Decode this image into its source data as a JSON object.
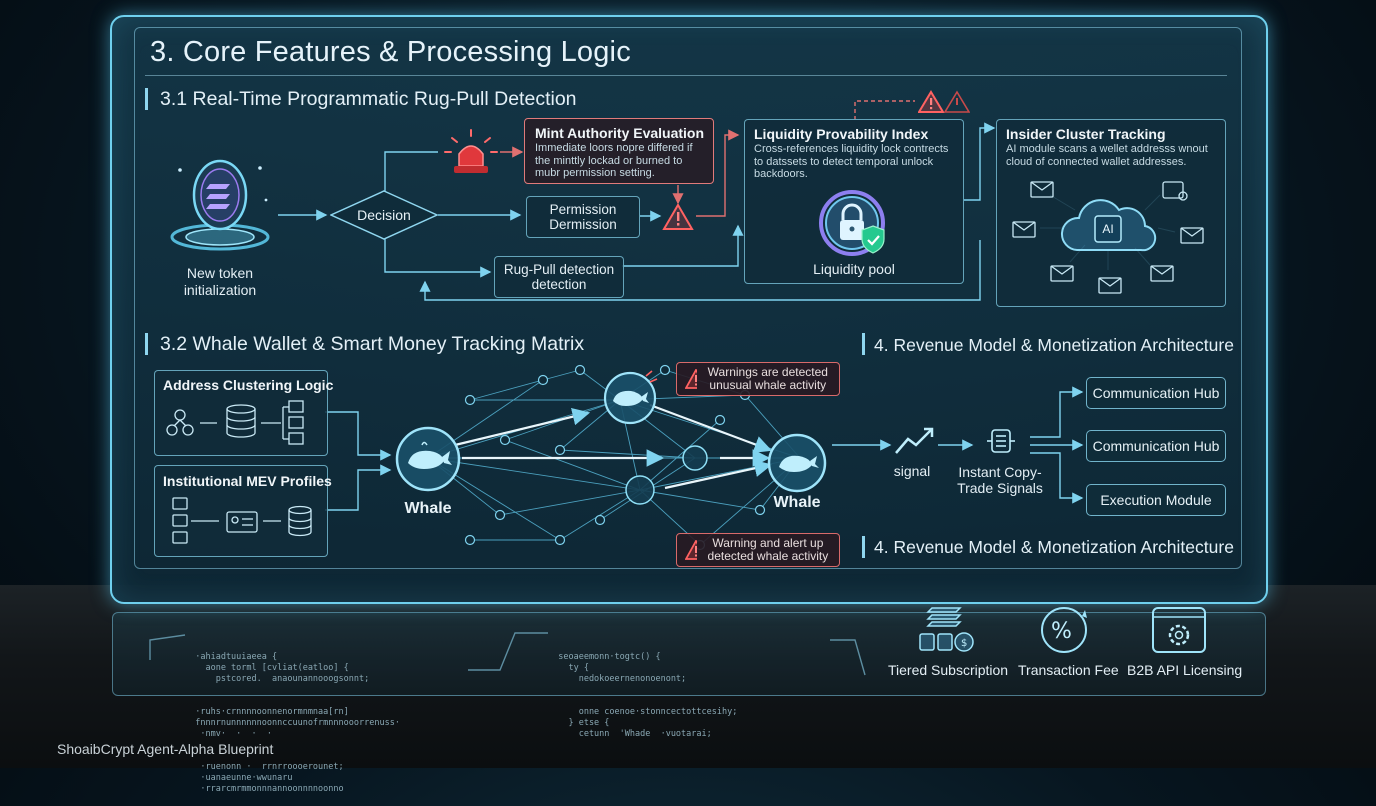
{
  "main_title": "3. Core Features & Processing Logic",
  "section_31": {
    "title": "3.1 Real-Time Programmatic Rug-Pull Detection",
    "token_label": "New token initialization",
    "decision_label": "Decision",
    "mint": {
      "title": "Mint Authority Evaluation",
      "text": "Immediate loors nopre differed if the minttly lockad or burned to mubr permission setting."
    },
    "permission_label": "Permission Dermission",
    "rug_label": "Rug-Pull detection detection",
    "liquidity": {
      "title": "Liquidity Provability Index",
      "text": "Cross-references liquidity lock contrects to datssets to detect temporal unlock backdoors.",
      "pool_label": "Liquidity pool"
    },
    "insider": {
      "title": "Insider Cluster Tracking",
      "text": "AI module scans a wellet addresss wnout cloud of connected wallet addresses.",
      "ai_label": "AI"
    }
  },
  "section_32": {
    "title": "3.2 Whale Wallet & Smart Money Tracking Matrix",
    "address_box_title": "Address Clustering Logic",
    "mev_box_title": "Institutional MEV Profiles",
    "whale_left": "Whale",
    "whale_right": "Whale",
    "warning_top": "Warnings are detected unusual whale activity",
    "warning_bottom": "Warning and alert up detected whale activity"
  },
  "section_4": {
    "title_top": "4. Revenue Model & Monetization Architecture",
    "title_bottom": "4. Revenue Model & Monetization Architecture",
    "signal_label": "signal",
    "copy_trade_label": "Instant Copy-Trade Signals",
    "hubs": [
      "Communication Hub",
      "Communication Hub",
      "Execution Module"
    ]
  },
  "revenue_icons": [
    "Tiered Subscription",
    "Transaction Fee",
    "B2B API Licensing"
  ],
  "code_left": [
    "  ·ahiadtuuiaeea {",
    "    aone torml [cvliat(eatloo] {",
    "      pstcored.  anaounannooogsonnt;",
    "  ·ruhs·crnnnnoonnenormnmnaa[rn]",
    "  fnnnrnunnnnnnoonnccuunofrmnnnooorrenuss·",
    "   ·nmv·  ·  ·  ·",
    "   ·ruenonn ·  rrnrroooerounet;",
    "   ·uanaeunne·wwunaru",
    "   ·rrarcmrmmonnnannoonnnnoonno"
  ],
  "code_right": [
    "  seoaeemonn·togtc() {",
    "    ty {",
    "      nedokoeernenonoenont;",
    "      onne coenoe·stonncectottcesihy;",
    "    } etse {",
    "      cetunn  'Whade  ·vuotarai;"
  ],
  "footer": "ShoaibCrypt Agent-Alpha Blueprint",
  "colors": {
    "accent": "#6fd0ee",
    "warning": "#e05252",
    "panel": "#10303f"
  }
}
